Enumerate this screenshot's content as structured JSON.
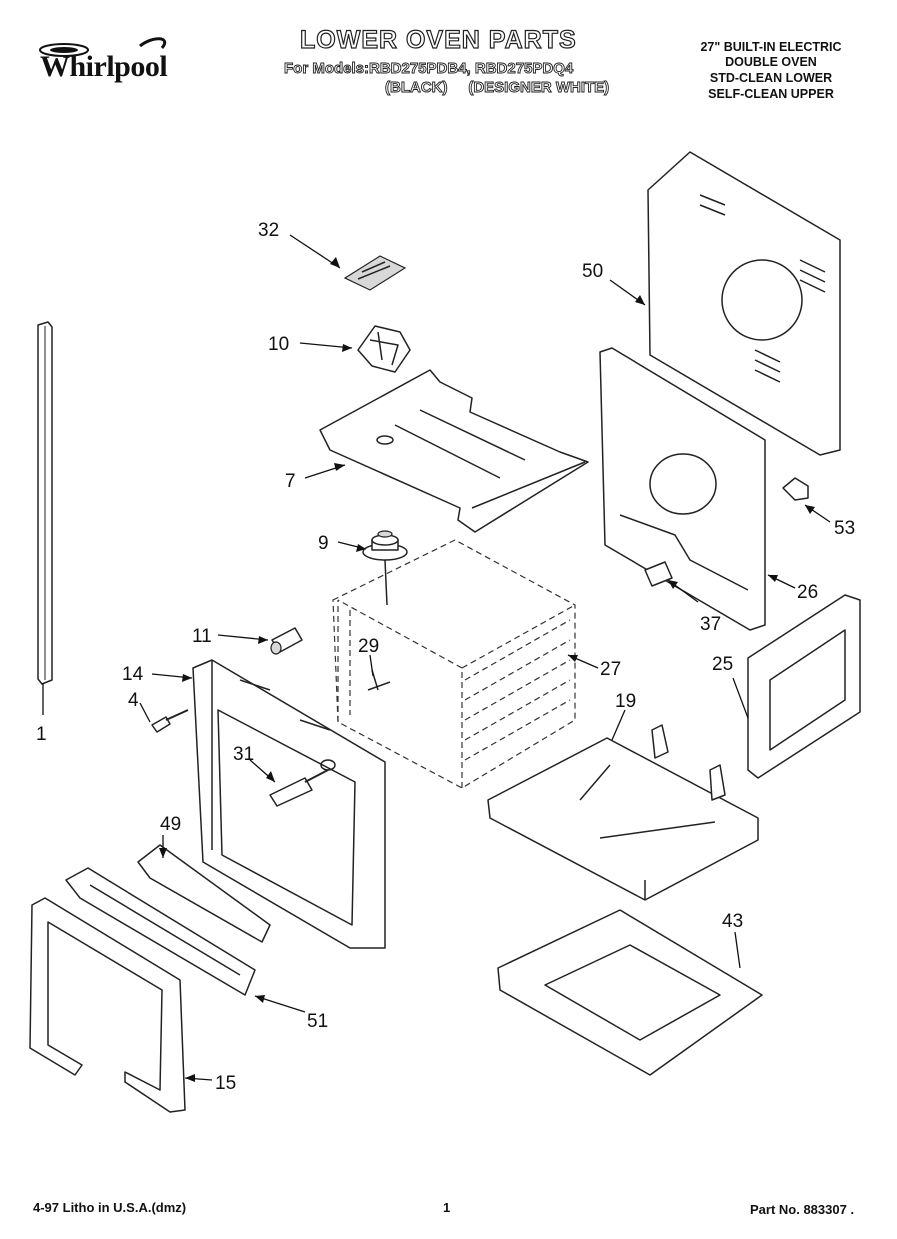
{
  "brand": {
    "name": "Whirlpool"
  },
  "title": "LOWER OVEN PARTS",
  "models_line": "For Models:RBD275PDB4, RBD275PDQ4",
  "colors_line": "(BLACK)     (DESIGNER WHITE)",
  "description": [
    "27\" BUILT-IN ELECTRIC",
    "DOUBLE OVEN",
    "STD-CLEAN LOWER",
    "SELF-CLEAN UPPER"
  ],
  "callouts": [
    "32",
    "10",
    "7",
    "9",
    "11",
    "14",
    "4",
    "1",
    "29",
    "31",
    "49",
    "51",
    "15",
    "50",
    "53",
    "26",
    "37",
    "27",
    "25",
    "19",
    "43"
  ],
  "footer": {
    "litho": "4-97 Litho in U.S.A.(dmz)",
    "page": "1",
    "part_no": "Part No. 883307 ."
  }
}
